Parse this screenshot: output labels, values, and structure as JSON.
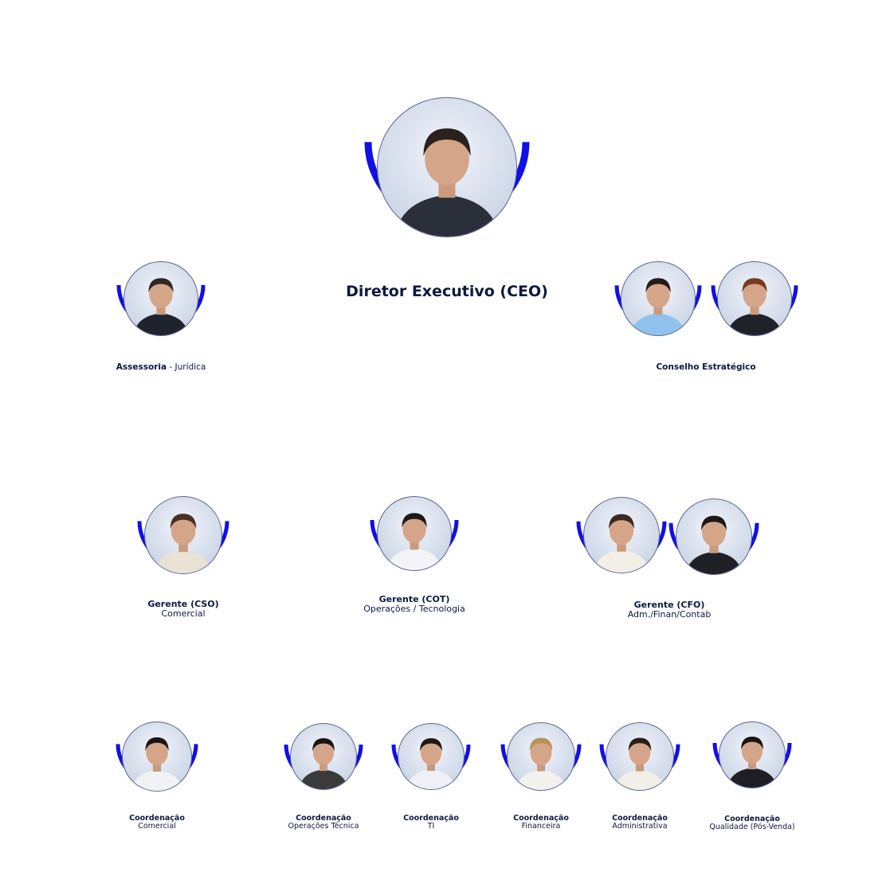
{
  "colors": {
    "accent": "#1010e6",
    "text": "#0e1840",
    "ring": "#5d6690"
  },
  "ceo": {
    "title": "Diretor Executivo (CEO)"
  },
  "assessoria": {
    "bold": "Assessoria",
    "rest": " - Jurídica"
  },
  "conselho": {
    "title": "Conselho Estratégico"
  },
  "cso": {
    "title": "Gerente (CSO)",
    "sub": "Comercial"
  },
  "cot": {
    "title": "Gerente (COT)",
    "sub": "Operações / Tecnologia"
  },
  "cfo": {
    "title": "Gerente (CFO)",
    "sub": "Adm./Finan/Contab"
  },
  "coord": [
    {
      "title": "Coordenação",
      "sub": "Comercial"
    },
    {
      "title": "Coordenação",
      "sub": "Operações Técnica"
    },
    {
      "title": "Coordenação",
      "sub": "TI"
    },
    {
      "title": "Coordenação",
      "sub": "Financeira"
    },
    {
      "title": "Coordenação",
      "sub": "Administrativa"
    },
    {
      "title": "Coordenação",
      "sub": "Qualidade (Pós-Venda)"
    }
  ]
}
